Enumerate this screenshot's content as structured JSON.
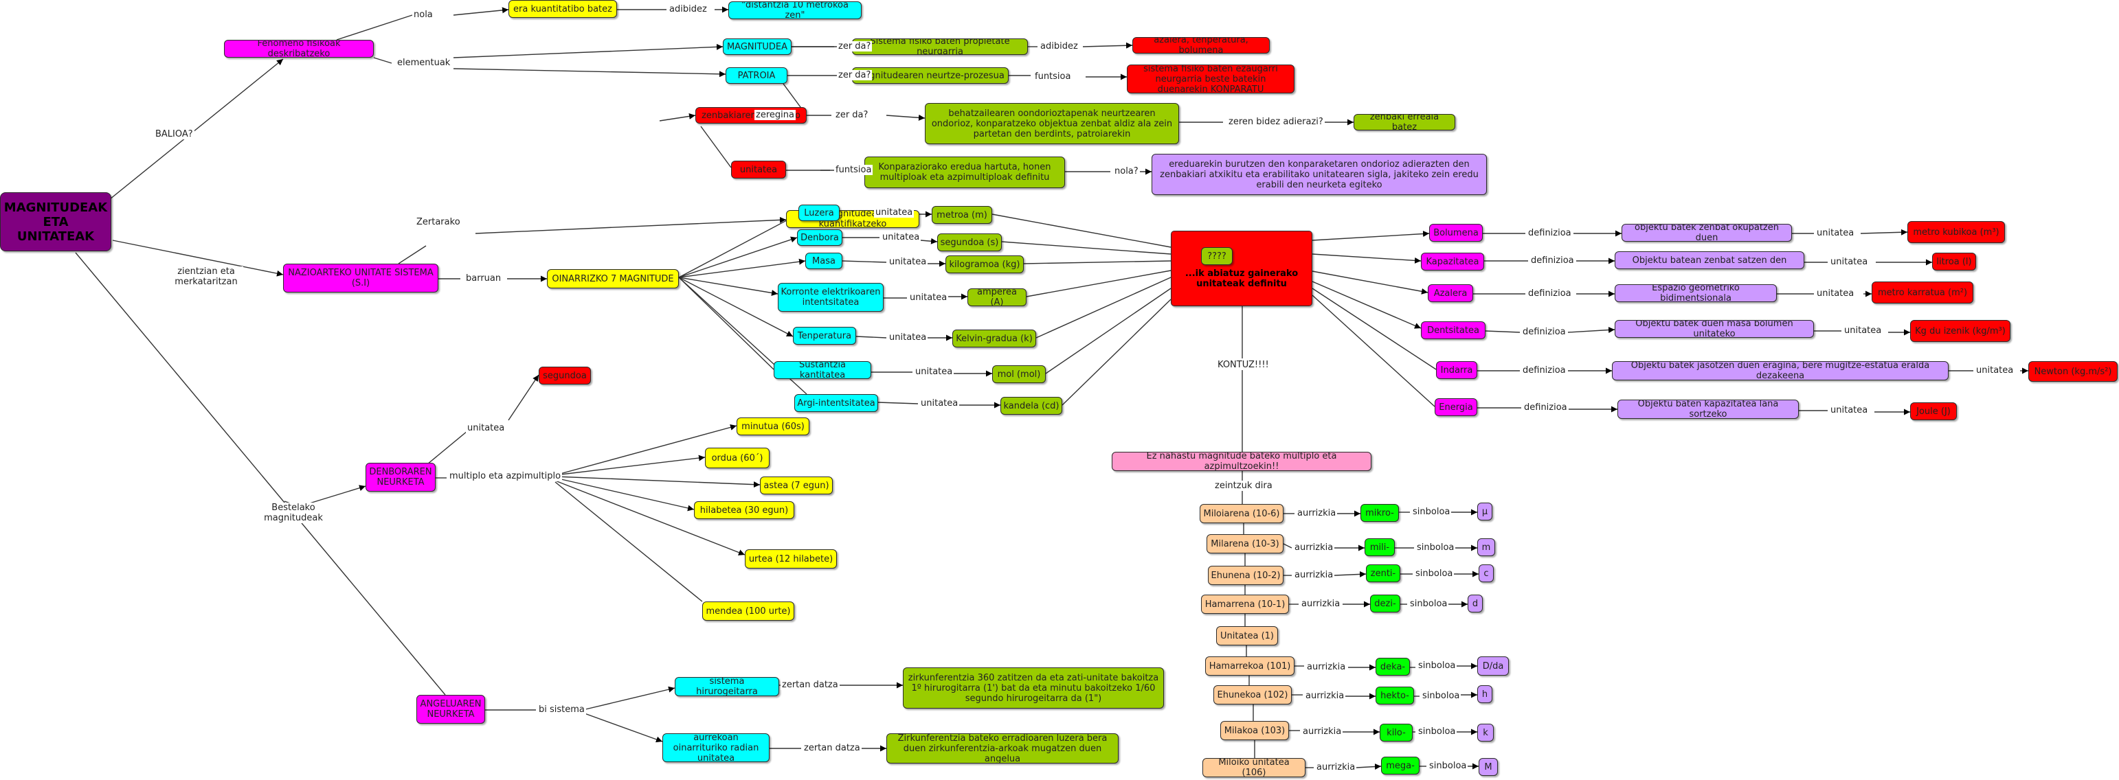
{
  "colors": {
    "magenta": "#ff00ff",
    "yellow": "#ffff00",
    "cyan": "#00ffff",
    "olive": "#99cc00",
    "red": "#ff0000",
    "purple": "#800080",
    "lavender": "#cc99ff",
    "orange": "#ffcc99",
    "green": "#00ff00",
    "pink": "#ff99cc"
  },
  "nodes": {
    "root": "MAGNITUDEAK ETA UNITATEAK",
    "fenomeno": "Fenomeno fisikoak deskribatzeko",
    "era": "era kuantitatibo batez",
    "distantzia": "\"distantzia 10 metrokoa zen\"",
    "magnitudea": "MAGNITUDEA",
    "sistema_fisiko": "Sistema fisiko baten propietate neurgarria",
    "azalera_list": "azalera, tenperatura, bolumena",
    "patroia": "PATROIA",
    "neurtze": "Magnitudearen neurtze-prozesua",
    "konparatu": "sistema fisiko baten ezaugarri neurgarria beste batekin duenarekin KONPARATU",
    "zenbakiaren": "zenbakiaren eskalazio",
    "behatzailea": "behatzailearen oondorioztapenak neurtzearen ondorioz, konparatzeko objektua zenbat aldiz ala zein partetan den berdints, patroiarekin",
    "zenbaki_erreala": "zenbaki erreala batez",
    "unitatea_main": "unitatea",
    "konparazio": "Konparaziorako eredua hartuta, honen multiploak eta azpimultiploak definitu",
    "ereduarekin": "ereduarekin burutzen den konparaketaren ondorioz adierazten den zenbakiari atxikitu eta erabilitako unitatearen sigla, jakiteko zein eredu erabili den neurketa egiteko",
    "si": "NAZIOARTEKO UNITATE SISTEMA (S.I)",
    "magnitudeak_kuant": "magnitudeak kuantifikatzeko",
    "oinarrizko": "OINARRIZKO 7 MAGNITUDE",
    "luzera": "Luzera",
    "metroa": "metroa (m)",
    "denbora": "Denbora",
    "segundoa": "segundoa (s)",
    "masa": "Masa",
    "kilogramoa": "kilogramoa (kg)",
    "korrontea": "Korronte elektrikoaren intentsitatea",
    "amperea": "amperea (A)",
    "tenperatura": "Tenperatura",
    "kelvin": "Kelvin-gradua (k)",
    "sustantzia": "Sustantzia kantitatea",
    "mol": "mol (mol)",
    "argi": "Argi-intentsitatea",
    "kandela": "kandela (cd)",
    "hub_qq": "????",
    "hub": "...ik abiatuz gainerako unitateak definitu",
    "bolumena": "Bolumena",
    "bolumena_def": "objektu batek zenbat okupatzen duen",
    "bolumena_unit": "metro kubikoa (m³)",
    "kapazitatea": "Kapazitatea",
    "kapazitatea_def": "Objektu batean zenbat satzen den",
    "kapazitatea_unit": "litroa (l)",
    "azalera": "Azalera",
    "azalera_def": "Espazio geometriko bidimentsionala",
    "azalera_unit": "metro karratua (m²)",
    "dentsitatea": "Dentsitatea",
    "dentsitatea_def": "Objektu batek duen masa bolumen unitateko",
    "dentsitatea_unit": "Kg du izenik (kg/m³)",
    "indarra": "Indarra",
    "indarra_def": "Objektu batek jasotzen duen eragina, bere mugitze-estatua eralda dezakeena",
    "indarra_unit": "Newton (kg.m/s²)",
    "energia": "Energia",
    "energia_def": "Objektu baten kapazitatea lana sortzeko",
    "energia_unit": "Joule (J)",
    "ez_nahastu": "Ez nahastu magnitude bateko multiplo eta azpimultzoekin!!",
    "denboraren": "DENBORAREN NEURKETA",
    "segundoa_red": "segundoa",
    "minutua": "minutua (60s)",
    "ordua": "ordua (60´)",
    "astea": "astea (7 egun)",
    "hilabetea": "hilabetea (30 egun)",
    "urtea": "urtea (12 hilabete)",
    "mendea": "mendea (100 urte)",
    "angeluaren": "ANGELUAREN NEURKETA",
    "hirurogeitarra": "sistema hirurogeitarra",
    "zirkunferentzia360": "zirkunferentzia 360 zatitzen da eta zati-unitate bakoitza 1º hirurogitarra (1') bat da eta minutu bakoitzeko 1/60 segundo hirurogeitarra da (1\")",
    "aurrekoan": "aurrekoan oinarrituriko radian unitatea",
    "zirkunferentzia_bat": "Zirkunferentzia bateko erradioaren luzera bera duen zirkunferentzia-arkoak mugatzen duen angelua",
    "p_miloiarena": "Miloiarena (10-6)",
    "p_milarena": "Milarena (10-3)",
    "p_ehunena": "Ehunena (10-2)",
    "p_hamarrena": "Hamarrena (10-1)",
    "p_unitatea": "Unitatea (1)",
    "p_hamarrekoa": "Hamarrekoa (101)",
    "p_ehunekoa": "Ehunekoa (102)",
    "p_milakoa": "Milakoa (103)",
    "p_miloikoa": "Miloiko unitatea (106)",
    "x_mikro": "mikro-",
    "x_mili": "mili-",
    "x_zenti": "zenti-",
    "x_dezi": "dezi-",
    "x_deka": "deka-",
    "x_hekto": "hekto-",
    "x_kilo": "kilo-",
    "x_mega": "mega-",
    "s_mikro": "µ",
    "s_mili": "m",
    "s_zenti": "c",
    "s_dezi": "d",
    "s_deka": "D/da",
    "s_hekto": "h",
    "s_kilo": "k",
    "s_mega": "M"
  },
  "labels": {
    "nola": "nola",
    "adibidez1": "adibidez",
    "elementuak": "elementuak",
    "zer_da1": "zer da?",
    "adibidez2": "adibidez",
    "zer_da2": "zer da?",
    "funtsioa1": "funtsioa",
    "zeregina": "zeregina",
    "zer_da3": "zer da?",
    "zeren_bidez": "zeren bidez adierazi?",
    "funtsioa2": "funtsioa",
    "nola2": "nola?",
    "balioa": "BALIOA?",
    "zientzian": "zientzian eta merkataritzan",
    "zertarako": "Zertarako",
    "barruan": "barruan",
    "unitatea_luzera": "unitatea",
    "unitatea_denbora": "unitatea",
    "unitatea_masa": "unitatea",
    "unitatea_korrontea": "unitatea",
    "unitatea_tenperatura": "unitatea",
    "unitatea_sustantzia": "unitatea",
    "unitatea_argi": "unitatea",
    "definizioa_bolumena": "definizioa",
    "definizioa_kapazitatea": "definizioa",
    "definizioa_azalera": "definizioa",
    "definizioa_dentsitatea": "definizioa",
    "definizioa_indarra": "definizioa",
    "definizioa_energia": "definizioa",
    "unitatea_bolumena": "unitatea",
    "unitatea_kapazitatea": "unitatea",
    "unitatea_azalera": "unitatea",
    "unitatea_dentsitatea": "unitatea",
    "unitatea_indarra": "unitatea",
    "unitatea_energia": "unitatea",
    "kontuz": "KONTUZ!!!!",
    "zeintzuk_dira": "zeintzuk dira",
    "bestelako": "Bestelako magnitudeak",
    "unitatea_denb": "unitatea",
    "multiplo": "multiplo eta azpimultiplo",
    "bi_sistema": "bi sistema",
    "zertan_datza1": "zertan datza",
    "zertan_datza2": "zertan datza",
    "aurrizkia": "aurrizkia",
    "sinboloa": "sinboloa"
  }
}
